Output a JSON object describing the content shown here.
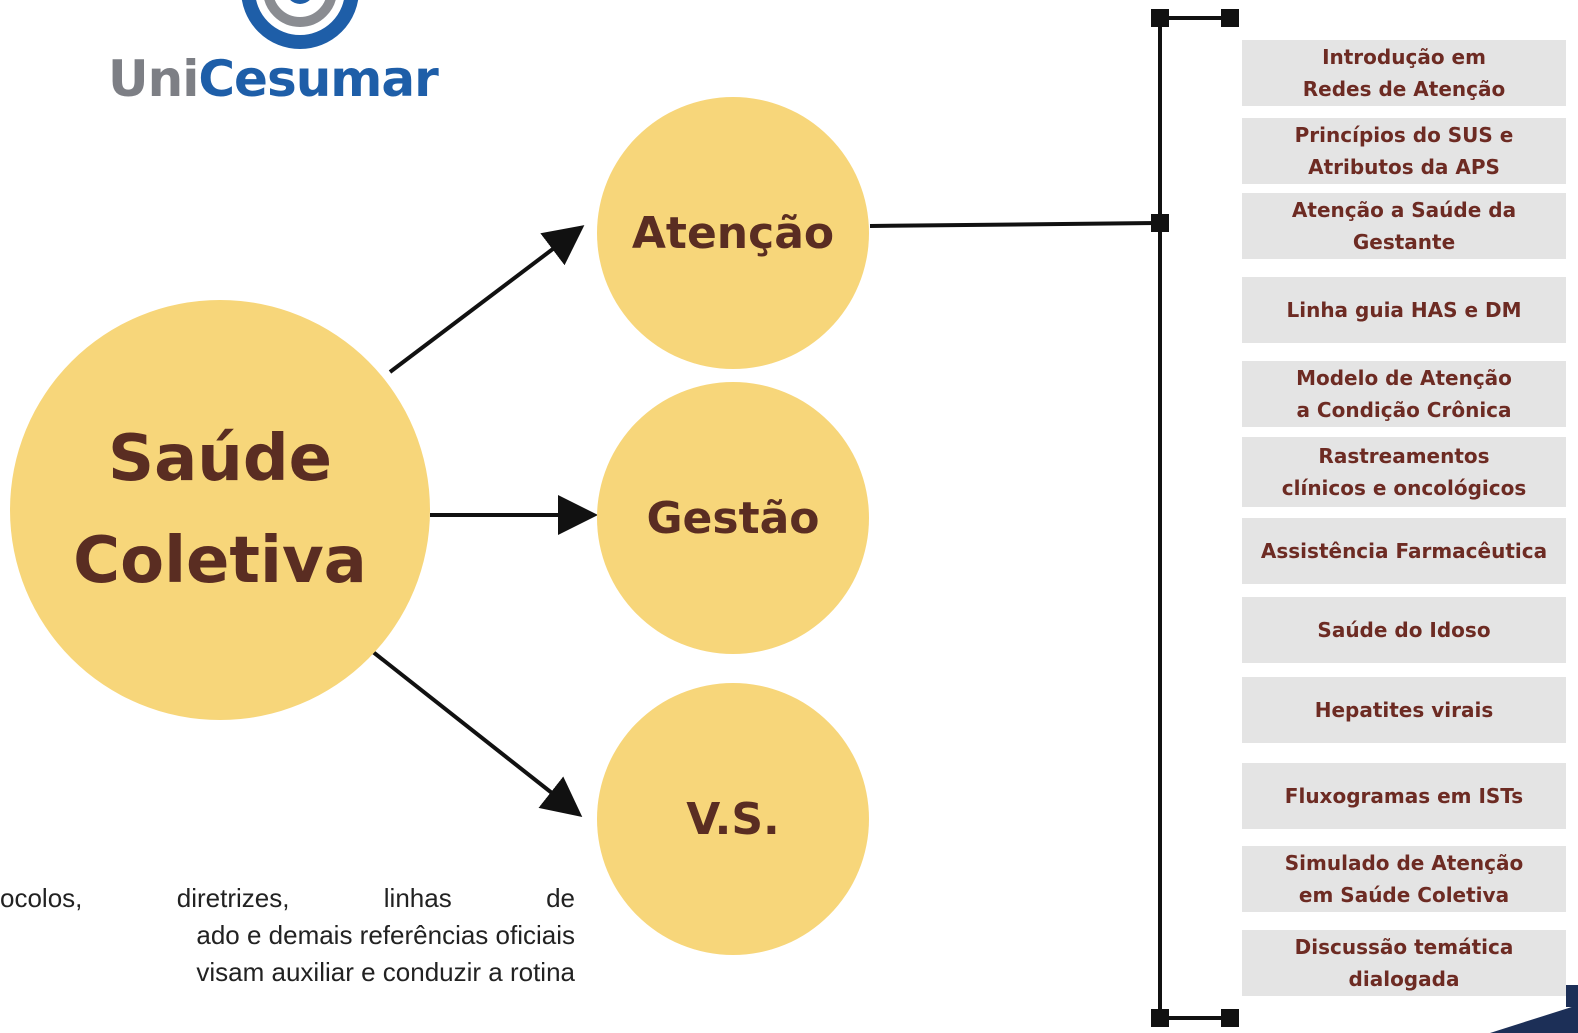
{
  "logo": {
    "brand_prefix": "Uni",
    "brand_suffix": "Cesumar",
    "colors": {
      "prefix": "#7d7f85",
      "suffix": "#1e5ea8"
    }
  },
  "diagram": {
    "root": "Saúde\nColetiva",
    "branches": [
      "Atenção",
      "Gestão",
      "V.S."
    ],
    "topics_of": "Atenção",
    "topics": [
      "Introdução em\nRedes de Atenção",
      "Princípios do SUS e\nAtributos da APS",
      "Atenção a Saúde da\nGestante",
      "Linha guia HAS e DM",
      "Modelo de Atenção\na Condição Crônica",
      "Rastreamentos\nclínicos e oncológicos",
      "Assistência Farmacêutica",
      "Saúde do Idoso",
      "Hepatites virais",
      "Fluxogramas em ISTs",
      "Simulado de Atenção\nem Saúde Coletiva",
      "Discussão temática\ndialogada"
    ],
    "colors": {
      "circle": "#f7d67a",
      "circle_text": "#5a2d22",
      "topic_bg": "#e4e4e4",
      "topic_text": "#6d2b23",
      "line": "#111111"
    }
  },
  "body_text": {
    "line1": [
      "ocolos,",
      "diretrizes,",
      "linhas",
      "de"
    ],
    "line2": "ado e demais referências oficiais",
    "line3": "visam auxiliar e conduzir a rotina"
  }
}
